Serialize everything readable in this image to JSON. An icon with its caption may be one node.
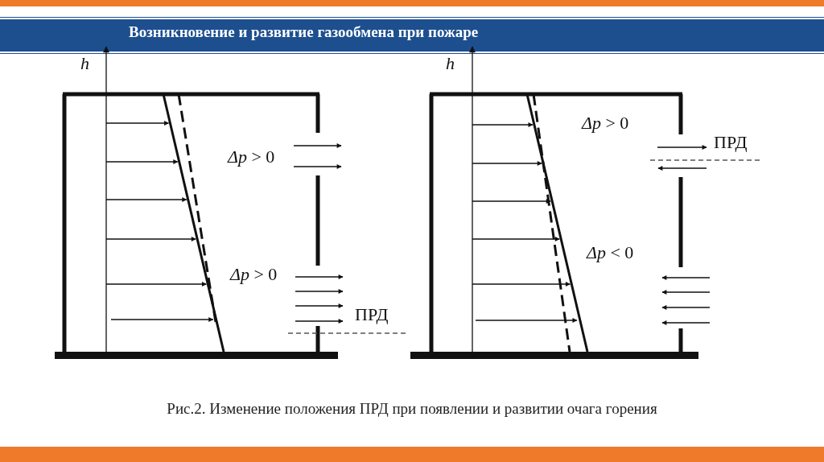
{
  "diagram": {
    "title": "Возникновение и развитие газообмена при пожаре",
    "caption": "Рис.2. Изменение положения ПРД при появлении и развитии очага горения",
    "labels": [
      "h",
      "*Δp* > 0",
      "*Δp* > 0",
      "ПРД",
      "h",
      "*Δp* > 0",
      "ПРД",
      "*Δp* < 0"
    ]
  }
}
